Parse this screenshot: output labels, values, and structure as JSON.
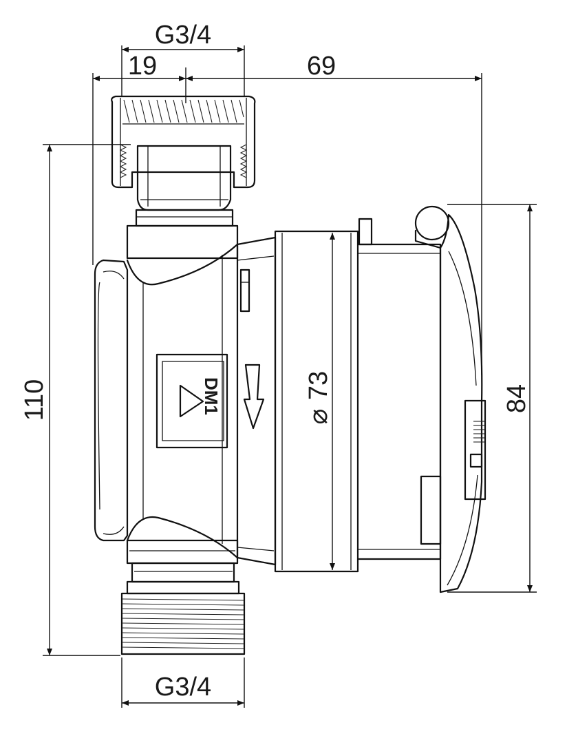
{
  "drawing": {
    "dimensions": {
      "top_thread": "G3/4",
      "top_offset": "19",
      "depth": "69",
      "total_height": "110",
      "diameter": "73",
      "diameter_symbol": "⌀",
      "cover_height": "84",
      "bottom_thread": "G3/4"
    },
    "stamp": "DM1"
  }
}
